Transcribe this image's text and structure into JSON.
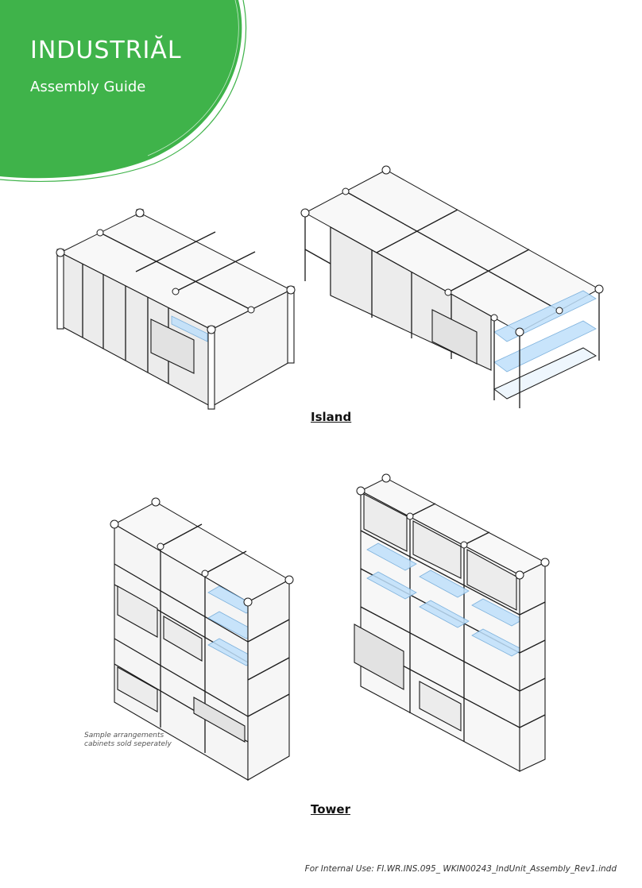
{
  "brand": {
    "title": "INDUSTRIĂL",
    "subtitle": "Assembly Guide",
    "accent_color": "#3fb34a"
  },
  "sections": {
    "island_label": "Island",
    "tower_label": "Tower"
  },
  "note": {
    "line1": "Sample arrangements",
    "line2": "cabinets sold seperately"
  },
  "footer": {
    "text": "For Internal Use: FI.WR.INS.095_ WKIN00243_IndUnit_Assembly_Rev1.indd"
  }
}
